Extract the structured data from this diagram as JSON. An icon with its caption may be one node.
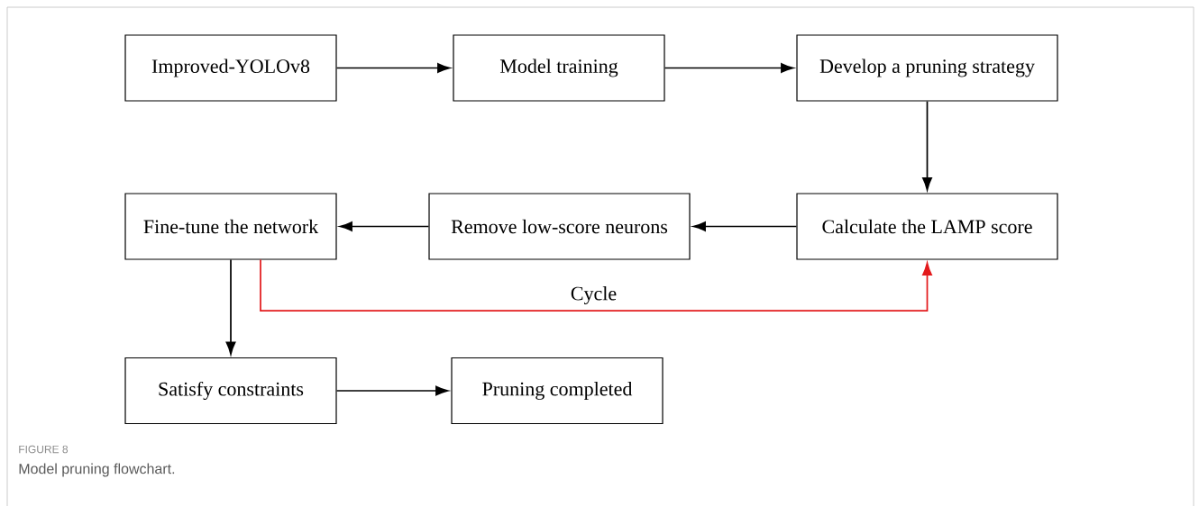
{
  "diagram": {
    "caption": "Model pruning flowchart.",
    "nodes": [
      {
        "text": [
          "Improved-YOLOv8"
        ]
      },
      {
        "text": [
          "Model training"
        ]
      },
      {
        "text": [
          "Develop a pruning strategy"
        ]
      },
      {
        "text": [
          "Calculate the LAMP score"
        ]
      },
      {
        "text": [
          "Remove low-score neurons"
        ]
      },
      {
        "text": [
          "Fine-tune the network"
        ]
      },
      {
        "text": [
          "Satisfy constraints"
        ]
      },
      {
        "text": [
          "Pruning completed"
        ]
      }
    ],
    "edges": [
      {
        "from": 0,
        "to": 1,
        "arrow": "to"
      },
      {
        "from": 1,
        "to": 2,
        "arrow": "to"
      },
      {
        "from": 2,
        "to": 3,
        "arrow": "to"
      },
      {
        "from": 3,
        "to": 4,
        "arrow": "to"
      },
      {
        "from": 4,
        "to": 5,
        "arrow": "to"
      },
      {
        "from": 5,
        "to": 6,
        "arrow": "to"
      },
      {
        "from": 6,
        "to": 7,
        "arrow": "to"
      },
      {
        "from": 5,
        "to": 3,
        "arrow": "to",
        "label": "Cycle",
        "color": "#e31a1c"
      }
    ],
    "labels": [
      "FIGURE 8"
    ]
  }
}
